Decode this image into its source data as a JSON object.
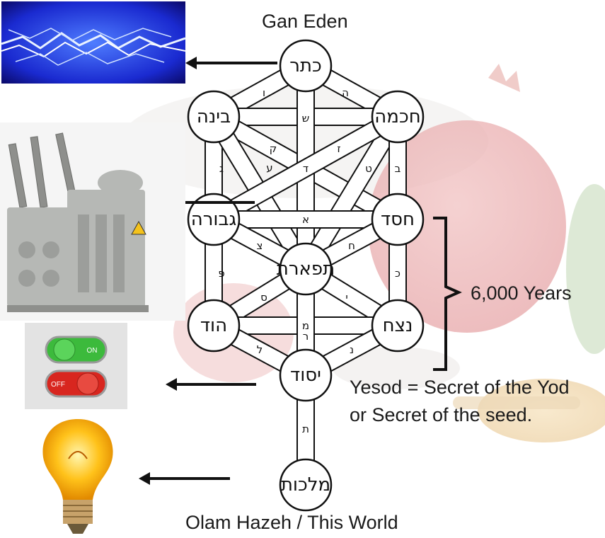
{
  "labels": {
    "top": "Gan Eden",
    "bottom": "Olam Hazeh / This World",
    "years": "6,000 Years",
    "yesod_line1": "Yesod = Secret of the Yod",
    "yesod_line2": "or Secret of the seed."
  },
  "sefirot": {
    "keter": "כתר",
    "chochmah": "חכמה",
    "binah": "בינה",
    "chesed": "חסד",
    "gevurah": "גבורה",
    "tiferet": "תפארת",
    "netzach": "נצח",
    "hod": "הוד",
    "yesod": "יסוד",
    "malchut": "מלכות"
  },
  "paths": {
    "keter_binah": "ו",
    "keter_chochmah": "ה",
    "binah_chochmah": "ש",
    "binah_gevurah": "ג",
    "binah_chesed": "ק",
    "binah_tiferet": "ע",
    "keter_tiferet": "ד",
    "chochmah_tiferet": "ט",
    "chochmah_gevurah": "ז",
    "chochmah_chesed": "ב",
    "gevurah_chesed": "א",
    "gevurah_tiferet": "צ",
    "chesed_tiferet": "ח",
    "gevurah_hod": "פ",
    "chesed_netzach": "כ",
    "tiferet_hod": "ס",
    "tiferet_netzach": "י",
    "hod_netzach": "מ",
    "tiferet_yesod": "ר",
    "hod_yesod": "ל",
    "netzach_yesod": "נ",
    "yesod_malchut": "ת"
  },
  "switch": {
    "on": "ON",
    "off": "OFF"
  },
  "colors": {
    "accent_on": "#3cba3c",
    "accent_off": "#d8261f",
    "bulb": "#ffc21a",
    "lightning": "#2a4cff"
  },
  "icons": [
    "lightning-image",
    "transformer-image",
    "switch-image",
    "light-bulb-image"
  ]
}
